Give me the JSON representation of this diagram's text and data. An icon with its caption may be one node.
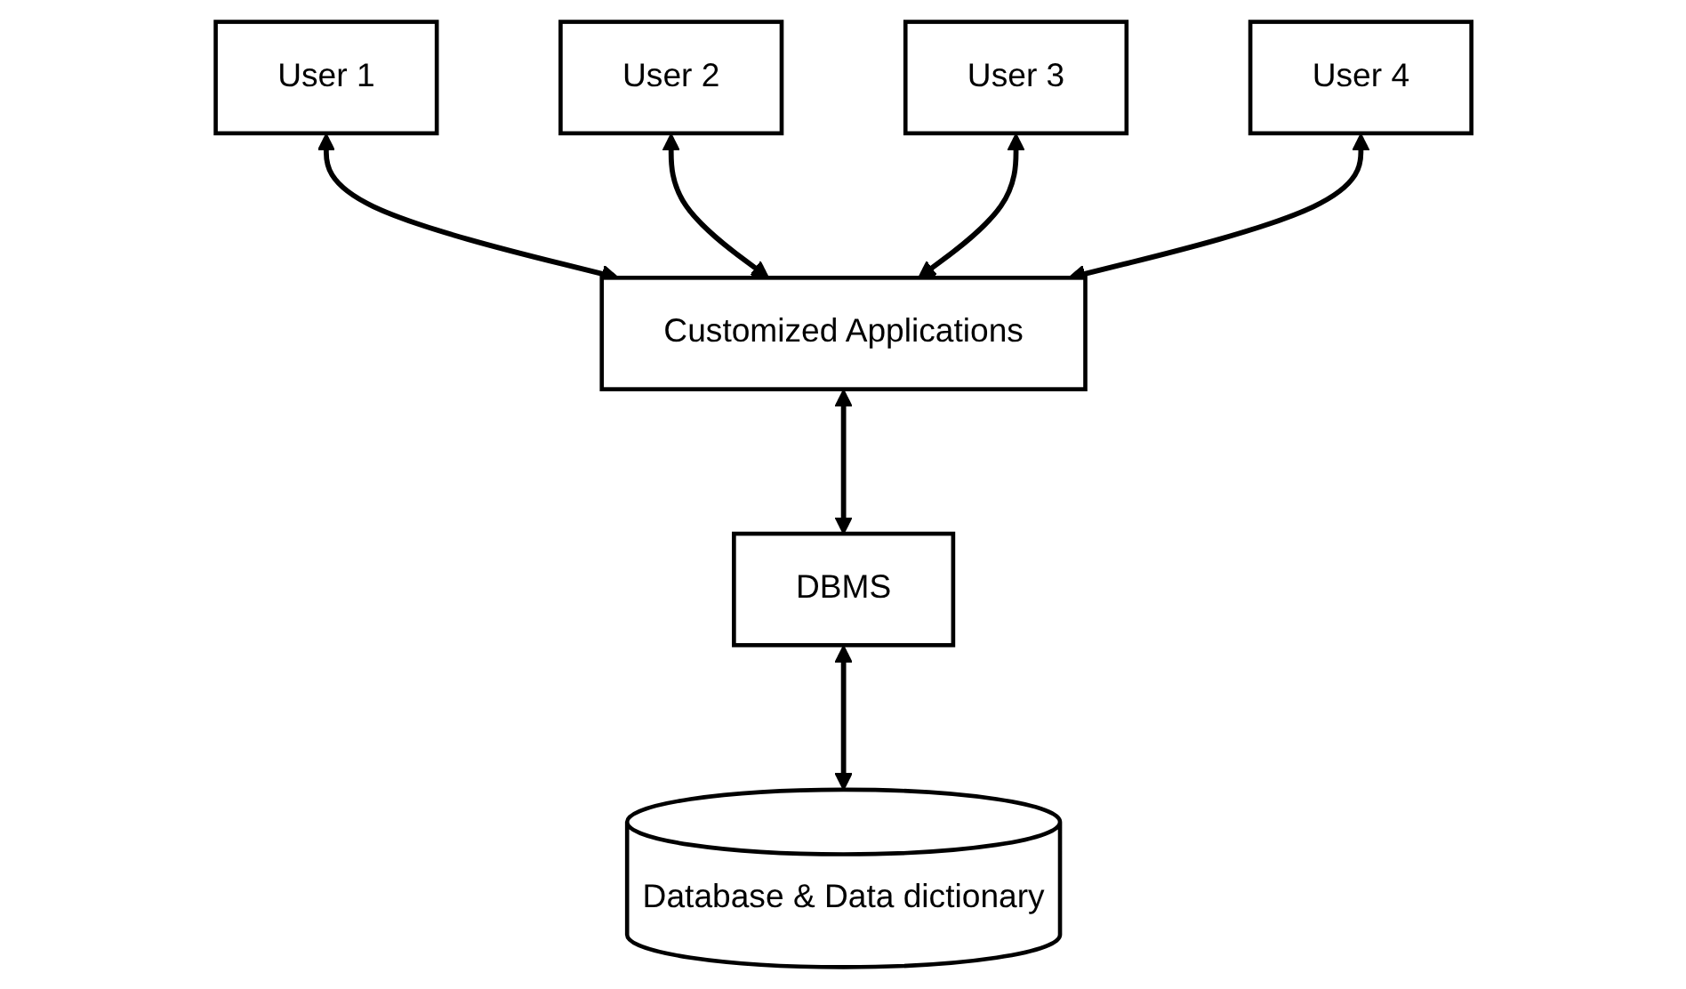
{
  "diagram": {
    "nodes": [
      {
        "text": [
          "User 1"
        ]
      },
      {
        "text": [
          "User 2"
        ]
      },
      {
        "text": [
          "User 3"
        ]
      },
      {
        "text": [
          "User 4"
        ]
      },
      {
        "text": [
          "Customized Applications"
        ]
      },
      {
        "text": [
          "DBMS"
        ]
      },
      {
        "text": [
          "Database & Data dictionary"
        ]
      }
    ],
    "edges": [
      {
        "from": 0,
        "to": 4,
        "arrow": "both"
      },
      {
        "from": 1,
        "to": 4,
        "arrow": "both"
      },
      {
        "from": 2,
        "to": 4,
        "arrow": "both"
      },
      {
        "from": 3,
        "to": 4,
        "arrow": "both"
      },
      {
        "from": 4,
        "to": 5,
        "arrow": "both"
      },
      {
        "from": 5,
        "to": 6,
        "arrow": "both"
      }
    ]
  }
}
